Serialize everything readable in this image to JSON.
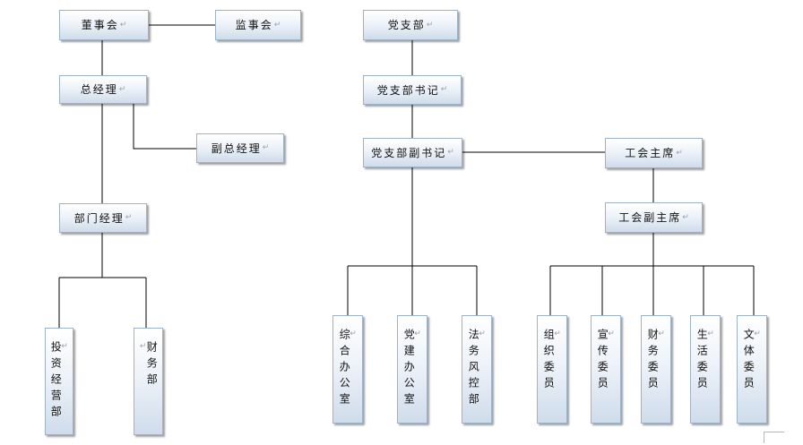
{
  "diagram": {
    "nodes": {
      "board": "董事会",
      "supervisors": "监事会",
      "gm": "总经理",
      "deputy_gm": "副总经理",
      "dept_manager": "部门经理",
      "investment": "投资经营部",
      "finance_dept": "财务部",
      "party_branch": "党支部",
      "party_secretary": "党支部书记",
      "party_deputy_secretary": "党支部副书记",
      "union_chair": "工会主席",
      "union_vice_chair": "工会副主席",
      "general_office": "综合办公室",
      "party_building_office": "党建办公室",
      "legal_risk": "法务风控部",
      "org_committee": "组织委员",
      "publicity_committee": "宣传委员",
      "finance_committee": "财务委员",
      "life_committee": "生活委员",
      "culture_sports_committee": "文体委员"
    },
    "paragraph_mark": "↵"
  }
}
